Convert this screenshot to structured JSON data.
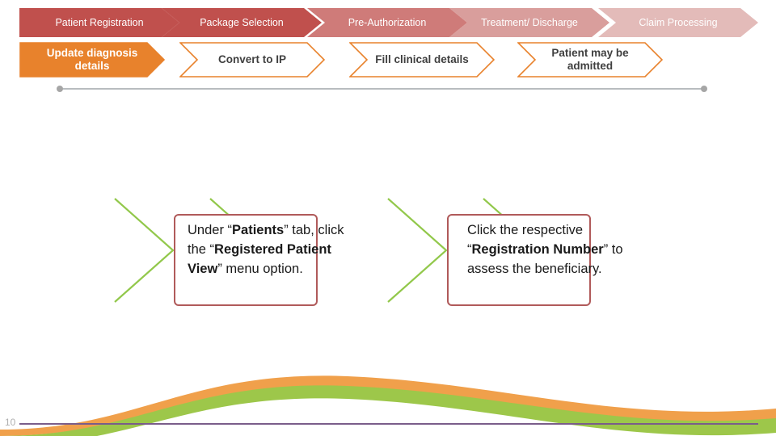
{
  "stage": {
    "page_number": "10"
  },
  "process_row": {
    "steps": [
      {
        "label": "Patient Registration",
        "color": "#c0504d"
      },
      {
        "label": "Package Selection",
        "color": "#c0504d"
      },
      {
        "label": "Pre-Authorization",
        "color": "#cf7b79"
      },
      {
        "label": "Treatment/ Discharge",
        "color": "#d99e9c"
      },
      {
        "label": "Claim Processing",
        "color": "#e3bbb9"
      }
    ]
  },
  "action_row": {
    "steps": [
      {
        "label": "Update diagnosis details",
        "filled": true,
        "fill": "#e8822c",
        "stroke": "#e8822c"
      },
      {
        "label": "Convert to IP",
        "filled": false,
        "fill": "#ffffff",
        "stroke": "#e8822c"
      },
      {
        "label": "Fill clinical details",
        "filled": false,
        "fill": "#ffffff",
        "stroke": "#e8822c"
      },
      {
        "label": "Patient may be admitted",
        "filled": false,
        "fill": "#ffffff",
        "stroke": "#e8822c"
      }
    ]
  },
  "callouts": [
    {
      "stroke": "#b05a5a",
      "arrow_stroke": "#92c84b",
      "parts": [
        {
          "text": "Under “",
          "bold": false
        },
        {
          "text": "Patients",
          "bold": true
        },
        {
          "text": "” tab, click the “",
          "bold": false
        },
        {
          "text": "Registered Patient View",
          "bold": true
        },
        {
          "text": "” menu option.",
          "bold": false
        }
      ]
    },
    {
      "stroke": "#b05a5a",
      "arrow_stroke": "#92c84b",
      "parts": [
        {
          "text": "Click the respective “",
          "bold": false
        },
        {
          "text": "Registration Number",
          "bold": true
        },
        {
          "text": "” to assess the beneficiary.",
          "bold": false
        }
      ]
    }
  ],
  "decoration": {
    "swoosh_orange": "#f0a04b",
    "swoosh_green": "#9dc74a",
    "connector_color": "#b8bcbf",
    "baseline_color": "#7a5d8a"
  }
}
